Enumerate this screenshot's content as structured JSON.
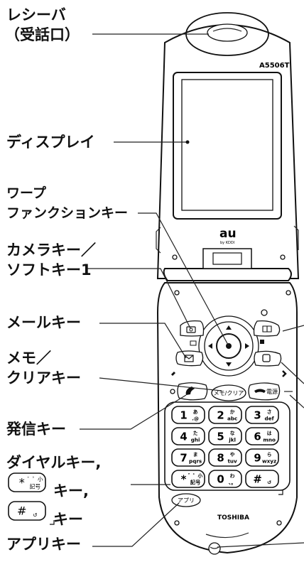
{
  "labels": {
    "receiver": [
      "レシーバ",
      "（受話口）"
    ],
    "display": "ディスプレイ",
    "warp": [
      "ワープ",
      "ファンクションキー"
    ],
    "camera": [
      "カメラキー／",
      "ソフトキー1"
    ],
    "mail": "メールキー",
    "memo": [
      "メモ／",
      "クリアキー"
    ],
    "send": "発信キー",
    "dial": [
      "ダイヤルキー,",
      "キー,",
      "キー"
    ],
    "app": "アプリキー"
  },
  "phone": {
    "model": "A5506T",
    "brand": "au",
    "brand_sub": "by KDDI",
    "maker": "TOSHIBA",
    "memo_key": "メモ/クリア",
    "power_key": "電源",
    "app_key": "アプリ"
  },
  "keypad": [
    [
      {
        "num": "1",
        "sub": ".@",
        "kana": "あ"
      },
      {
        "num": "2",
        "sub": "abc",
        "kana": "か"
      },
      {
        "num": "3",
        "sub": "def",
        "kana": "さ"
      }
    ],
    [
      {
        "num": "4",
        "sub": "ghi",
        "kana": "た"
      },
      {
        "num": "5",
        "sub": "jkl",
        "kana": "な"
      },
      {
        "num": "6",
        "sub": "mno",
        "kana": "は"
      }
    ],
    [
      {
        "num": "7",
        "sub": "pqrs",
        "kana": "ま"
      },
      {
        "num": "8",
        "sub": "tuv",
        "kana": "や"
      },
      {
        "num": "9",
        "sub": "wxyz",
        "kana": "ら"
      }
    ],
    [
      {
        "num": "*",
        "sub": "記号",
        "kana": "゛゜小"
      },
      {
        "num": "0",
        "sub": "、。",
        "kana": "わ"
      },
      {
        "num": "#",
        "sub": "↺",
        "kana": ""
      }
    ]
  ],
  "inline_keys": {
    "star": {
      "num": "*",
      "sub": "記号",
      "kana": "゛゜小"
    },
    "hash": {
      "num": "#",
      "sub": "↺"
    }
  }
}
